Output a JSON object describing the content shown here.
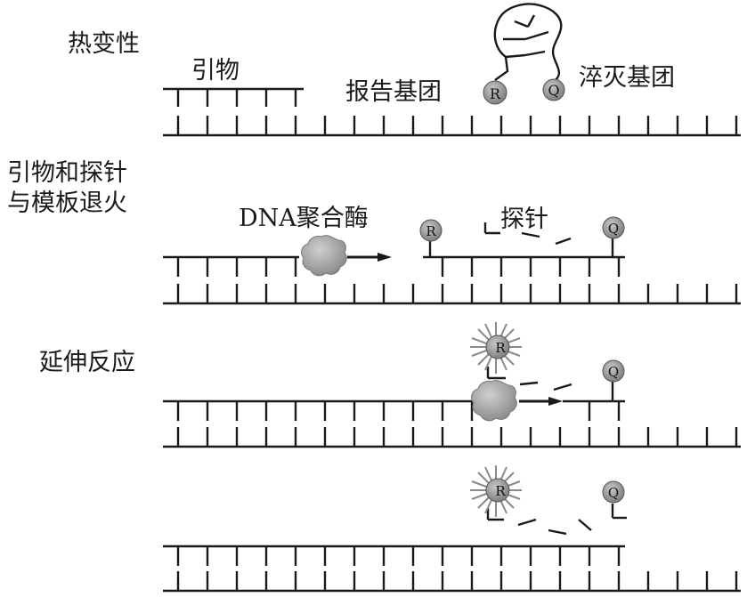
{
  "steps": [
    {
      "id": "denature",
      "label": "热变性"
    },
    {
      "id": "anneal",
      "label_line1": "引物和探针",
      "label_line2": "与模板退火"
    },
    {
      "id": "extend",
      "label": "延伸反应"
    }
  ],
  "labels": {
    "primer": "引物",
    "reporter_group": "报告基团",
    "quencher_group": "淬灭基团",
    "dna_polymerase": "DNA聚合酶",
    "probe": "探针"
  },
  "markers": {
    "reporter": "R",
    "quencher": "Q"
  },
  "colors": {
    "strand": "#1a1a1a",
    "dye_fill": "#8c8c8c",
    "enzyme_fill": "#9a9a9a"
  }
}
